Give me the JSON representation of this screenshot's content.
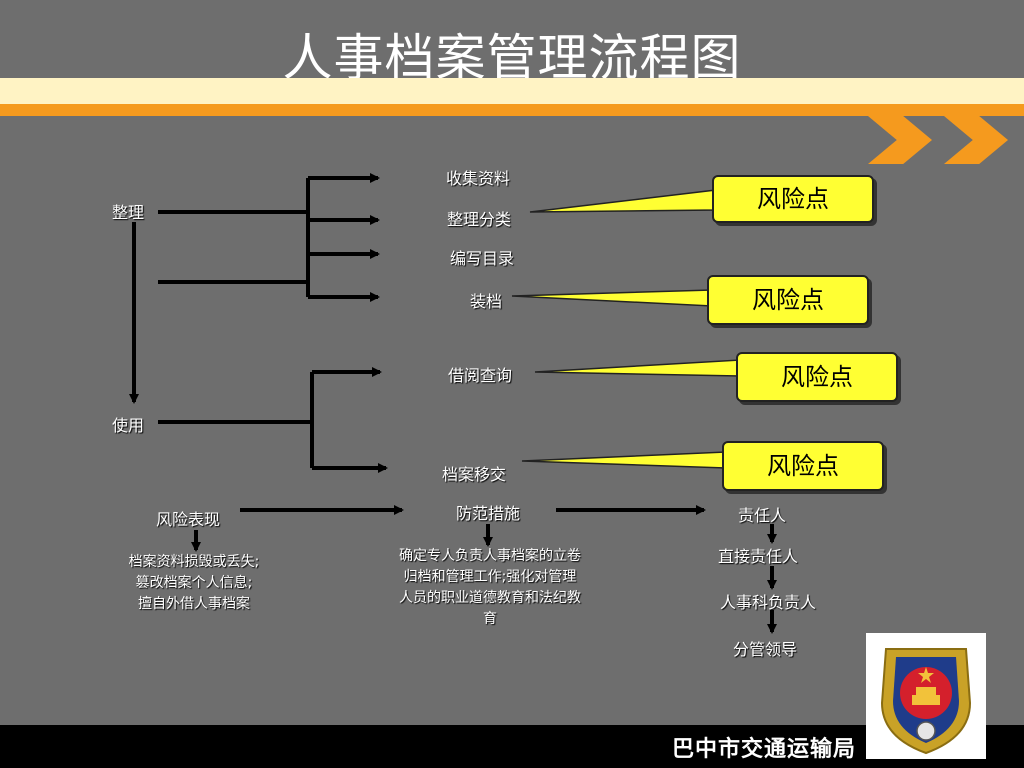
{
  "title": "人事档案管理流程图",
  "colors": {
    "background": "#6e6e6e",
    "band_light": "#fff3c4",
    "band_orange": "#f59a1e",
    "risk_box": "#ffff33"
  },
  "nodes": {
    "zhengli": "整理",
    "shiyong": "使用",
    "shouji": "收集资料",
    "fenlei": "整理分类",
    "mulu": "编写目录",
    "zhuangdang": "装档",
    "jieyue": "借阅查询",
    "yijiao": "档案移交"
  },
  "risk_points": [
    "风险点",
    "风险点",
    "风险点",
    "风险点"
  ],
  "risk": {
    "header": "风险表现",
    "lines": [
      "档案资料损毁或丢失;",
      "篡改档案个人信息;",
      "擅自外借人事档案"
    ]
  },
  "measures": {
    "header": "防范措施",
    "lines": [
      "确定专人负责人事档案的立卷",
      "归档和管理工作;强化对管理",
      "人员的职业道德教育和法纪教",
      "育"
    ]
  },
  "responsibility": {
    "header": "责任人",
    "chain": [
      "直接责任人",
      "人事科负责人",
      "分管领导"
    ]
  },
  "footer": "巴中市交通运输局",
  "icons": [
    "chevron-right-icon",
    "chevron-right-icon",
    "police-emblem-icon"
  ]
}
